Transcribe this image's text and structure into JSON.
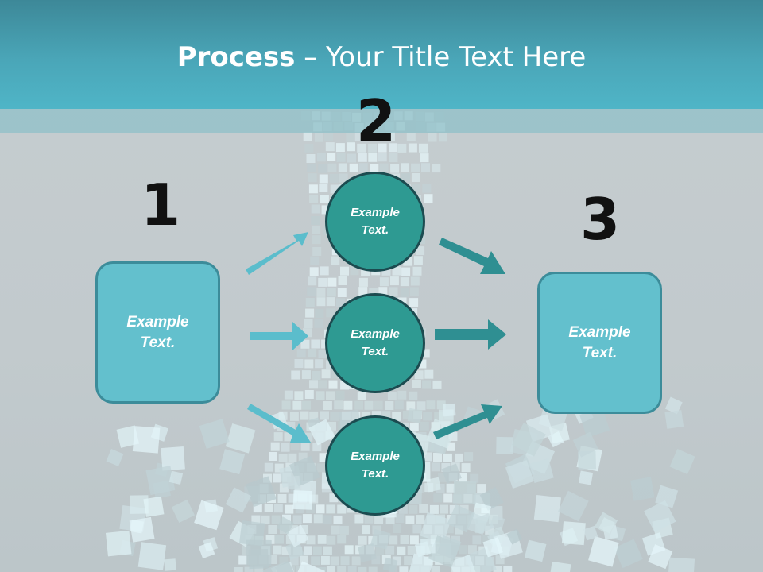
{
  "slide": {
    "title_bold": "Process",
    "title_rest": " – Your Title Text Here"
  },
  "steps": {
    "step1_number": "1",
    "step2_number": "2",
    "step3_number": "3"
  },
  "nodes": {
    "left_box": "Example\nText.",
    "top_circle": "Example\nText.",
    "middle_circle": "Example\nText.",
    "bottom_circle": "Example\nText.",
    "right_box": "Example\nText."
  },
  "colors": {
    "header": "#4aa6b8",
    "box_fill": "#63c0cd",
    "circle_fill": "#2e9a92",
    "left_arrows": "#5bbdcc",
    "right_arrows": "#2f8f92"
  }
}
